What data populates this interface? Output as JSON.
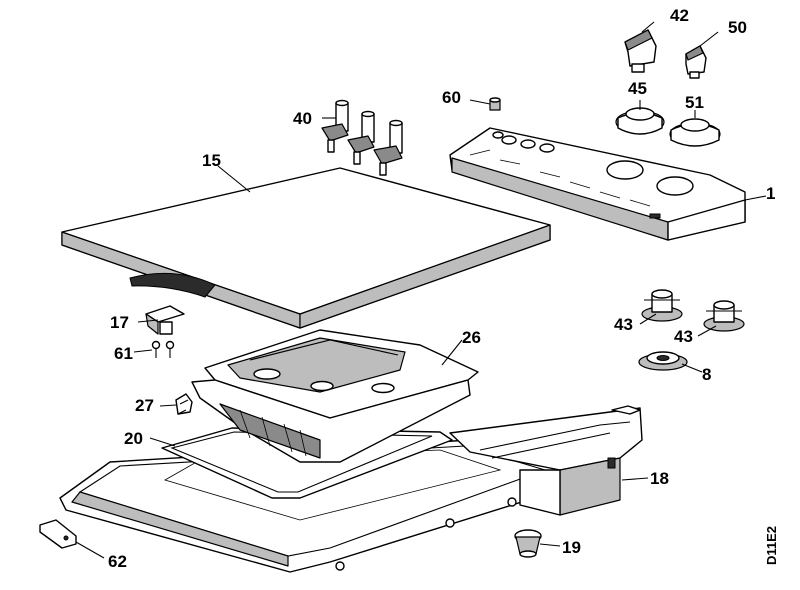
{
  "diagram": {
    "code": "D11E2",
    "labels": {
      "p1": "1",
      "p8": "8",
      "p15": "15",
      "p17": "17",
      "p18": "18",
      "p19": "19",
      "p20": "20",
      "p26": "26",
      "p27": "27",
      "p40": "40",
      "p42": "42",
      "p43a": "43",
      "p43b": "43",
      "p45": "45",
      "p50": "50",
      "p51": "51",
      "p60": "60",
      "p61": "61",
      "p62": "62"
    }
  }
}
